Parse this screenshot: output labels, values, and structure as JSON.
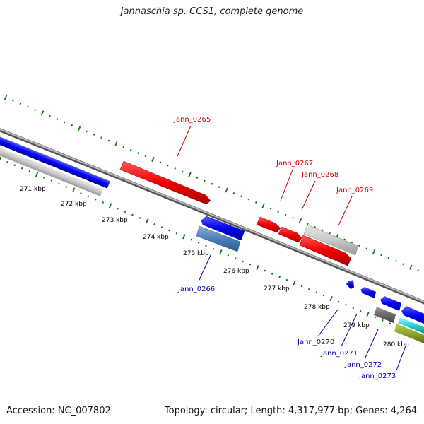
{
  "title": "Jannaschia sp. CCS1, complete genome",
  "footer": {
    "accession": "Accession: NC_007802",
    "stats": "Topology: circular; Length: 4,317,977 bp; Genes: 4,264"
  },
  "colors": {
    "forward_label": "#cc0000",
    "reverse_label": "#0000aa",
    "tick": "#0a7a0a",
    "backbone": "#777777"
  },
  "kbp_labels": [
    "271 kbp",
    "272 kbp",
    "273 kbp",
    "274 kbp",
    "275 kbp",
    "276 kbp",
    "277 kbp",
    "278 kbp",
    "279 kbp",
    "280 kbp"
  ],
  "genes_forward": [
    {
      "name": "Jann_0265",
      "color": "red"
    },
    {
      "name": "Jann_0267",
      "color": "red"
    },
    {
      "name": "Jann_0268",
      "color": "red"
    },
    {
      "name": "Jann_0269",
      "color": "red"
    }
  ],
  "genes_reverse": [
    {
      "name": "Jann_0266",
      "color": "blue"
    },
    {
      "name": "Jann_0270",
      "color": "blue"
    },
    {
      "name": "Jann_0271",
      "color": "blue"
    },
    {
      "name": "Jann_0272",
      "color": "blue"
    },
    {
      "name": "Jann_0273",
      "color": "blue"
    }
  ]
}
